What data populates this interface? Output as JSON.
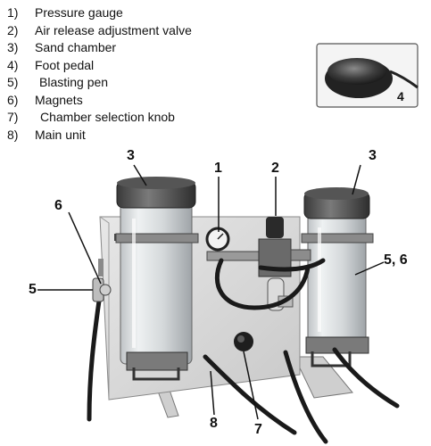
{
  "legend": [
    {
      "num": "1)",
      "label": "Pressure gauge"
    },
    {
      "num": "2)",
      "label": "Air release adjustment valve"
    },
    {
      "num": "3)",
      "label": "Sand chamber"
    },
    {
      "num": "4)",
      "label": "Foot pedal"
    },
    {
      "num": "5)",
      "label": "Blasting pen"
    },
    {
      "num": "6)",
      "label": "Magnets"
    },
    {
      "num": "7)",
      "label": "Chamber selection knob"
    },
    {
      "num": "8)",
      "label": "Main unit"
    }
  ],
  "callouts": {
    "c1": "1",
    "c2": "2",
    "c3_left": "3",
    "c3_right": "3",
    "c4": "4",
    "c5_left": "5",
    "c56_right": "5, 6",
    "c6": "6",
    "c7": "7",
    "c8": "8"
  }
}
